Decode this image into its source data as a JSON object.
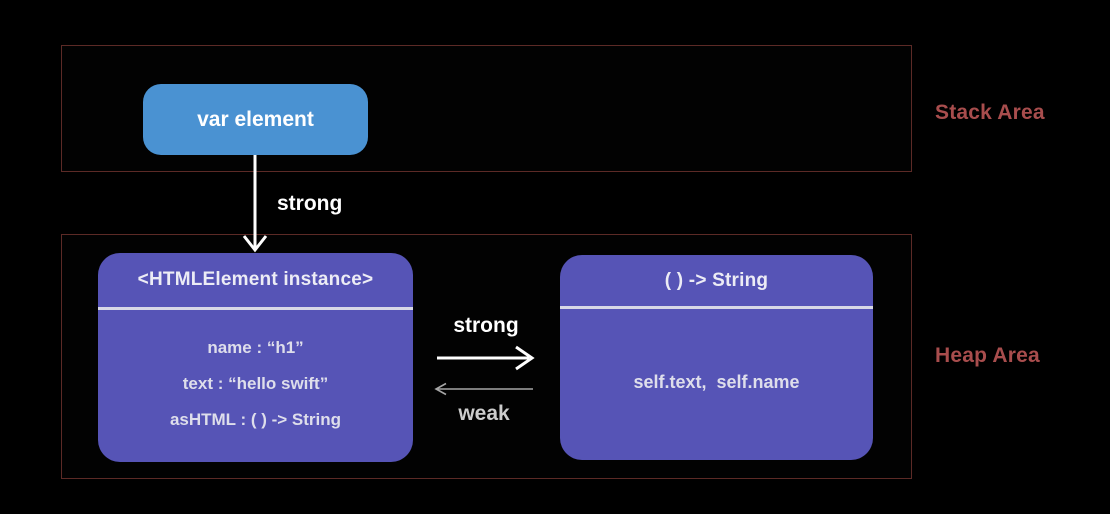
{
  "diagram": {
    "background_color": "#000000",
    "area_border_color": "#5c2a26",
    "area_label_color": "#a84d4d",
    "stack": {
      "label": "Stack Area",
      "var_box": {
        "label": "var element",
        "color": "#4a92d2"
      }
    },
    "heap": {
      "label": "Heap Area",
      "node_color": "#5654b6",
      "instance_node": {
        "title": "<HTMLElement instance>",
        "fields": [
          "name : “h1”",
          "text : “hello swift”",
          "asHTML : ( ) -> String"
        ]
      },
      "closure_node": {
        "title": "( ) -> String",
        "body": "self.text,  self.name"
      }
    },
    "references": {
      "stack_to_instance": "strong",
      "instance_to_closure": "strong",
      "closure_to_instance": "weak"
    }
  }
}
